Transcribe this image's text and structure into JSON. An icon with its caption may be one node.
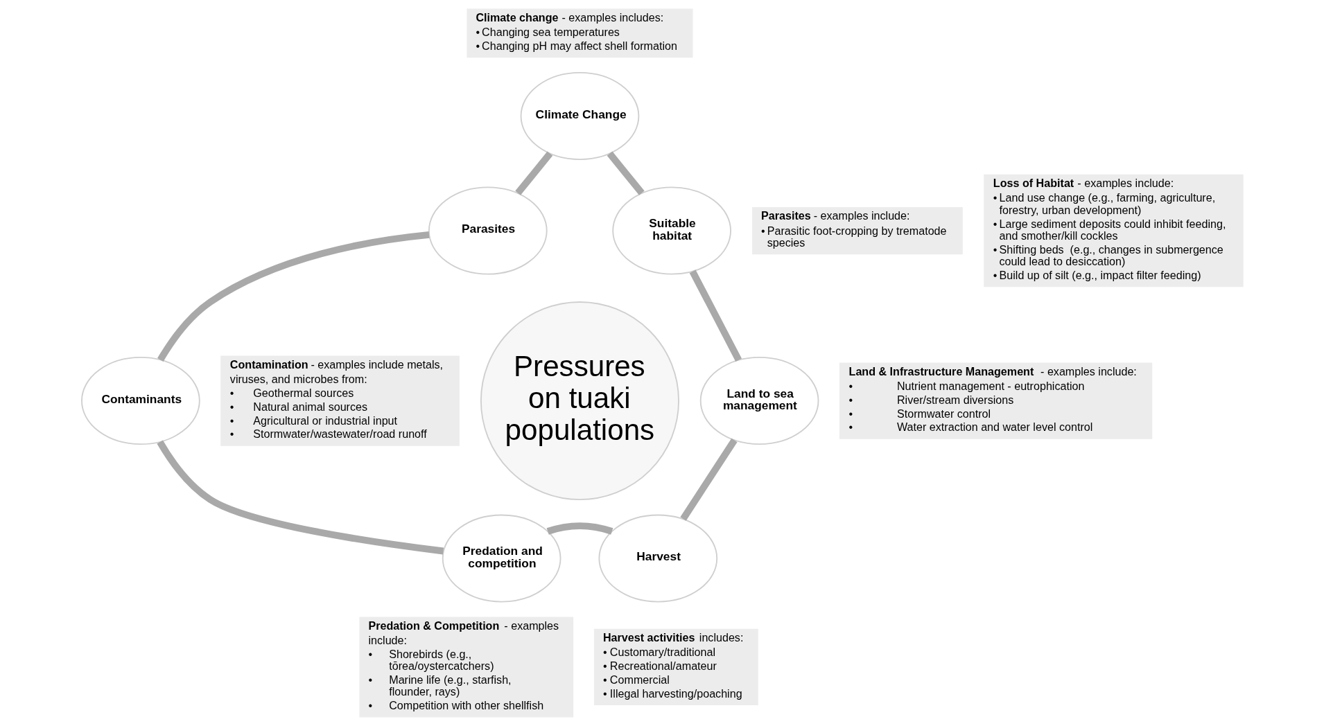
{
  "diagram": {
    "nodes": [
      {
        "text": [
          "**Climate change** - examples includes:",
          "• Changing sea temperatures",
          "• Changing pH may affect shell formation"
        ]
      },
      {
        "text": [
          "Climate Change"
        ]
      },
      {
        "text": [
          "**Parasites** - examples include:",
          "• Parasitic foot-cropping by trematode species"
        ]
      },
      {
        "text": [
          "Parasites"
        ]
      },
      {
        "text": [
          "Suitable habitat"
        ]
      },
      {
        "text": [
          "**Loss of Habitat** - examples include:",
          "• Land use change (e.g., farming, agriculture, forestry, urban development)",
          "• Large sediment deposits could inhibit feeding, and smother/kill cockles",
          "• Shifting beds  (e.g., changes in submergence could lead to desiccation)",
          "• Build up of silt (e.g., impact filter feeding)"
        ]
      },
      {
        "text": [
          "Pressures on tuaki populations"
        ]
      },
      {
        "text": [
          "**Contamination** - examples include metals, viruses, and microbes from:",
          "• Geothermal sources",
          "• Natural animal sources",
          "• Agricultural or industrial input",
          "• Stormwater/wastewater/road runoff"
        ]
      },
      {
        "text": [
          "Contaminants"
        ]
      },
      {
        "text": [
          "Land to sea management"
        ]
      },
      {
        "text": [
          "**Land & Infrastructure Management** - examples include:",
          "• Nutrient management - eutrophication",
          "• River/stream diversions",
          "• Stormwater control",
          "• Water extraction and water level control"
        ]
      },
      {
        "text": [
          "Predation and competition"
        ]
      },
      {
        "text": [
          "Harvest"
        ]
      },
      {
        "text": [
          "**Predation & Competition** - examples include:",
          "• Shorebirds (e.g., tōrea/oystercatchers)",
          "• Marine life (e.g., starfish, flounder, rays)",
          "• Competition with other shellfish"
        ]
      },
      {
        "text": [
          "**Harvest activities** includes:",
          "• Customary/traditional",
          "• Recreational/amateur",
          "• Commercial",
          "• Illegal harvesting/poaching"
        ]
      }
    ],
    "edges": [
      {
        "from": 1,
        "to": 4,
        "arrow": "none"
      },
      {
        "from": 4,
        "to": 9,
        "arrow": "none"
      },
      {
        "from": 9,
        "to": 12,
        "arrow": "none"
      },
      {
        "from": 12,
        "to": 11,
        "arrow": "none"
      },
      {
        "from": 8,
        "to": 11,
        "arrow": "none"
      },
      {
        "from": 3,
        "to": 8,
        "arrow": "none"
      },
      {
        "from": 1,
        "to": 3,
        "arrow": "none"
      }
    ]
  }
}
